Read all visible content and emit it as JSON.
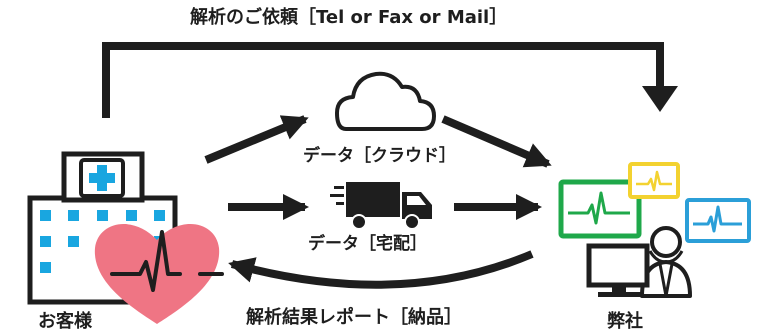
{
  "labels": {
    "request_flow": "解析のご依頼［Tel or Fax or Mail］",
    "data_cloud": "データ［クラウド］",
    "data_delivery": "データ［宅配］",
    "report_flow": "解析結果レポート［納品］",
    "customer": "お客様",
    "company": "弊社"
  },
  "icons": {
    "customer_building": "hospital-building-icon",
    "heart_ecg": "heart-ecg-icon",
    "cloud": "cloud-icon",
    "truck": "delivery-truck-icon",
    "analyst": "analyst-at-computer-icon",
    "ecg_monitors": "ecg-monitor-icon"
  },
  "colors": {
    "arrow": "#1e1e1e",
    "hospital_accent": "#19a6e0",
    "heart": "#ef7584",
    "monitor_green": "#1fa84a",
    "monitor_yellow": "#f3d230",
    "monitor_blue": "#2b9fd8"
  }
}
